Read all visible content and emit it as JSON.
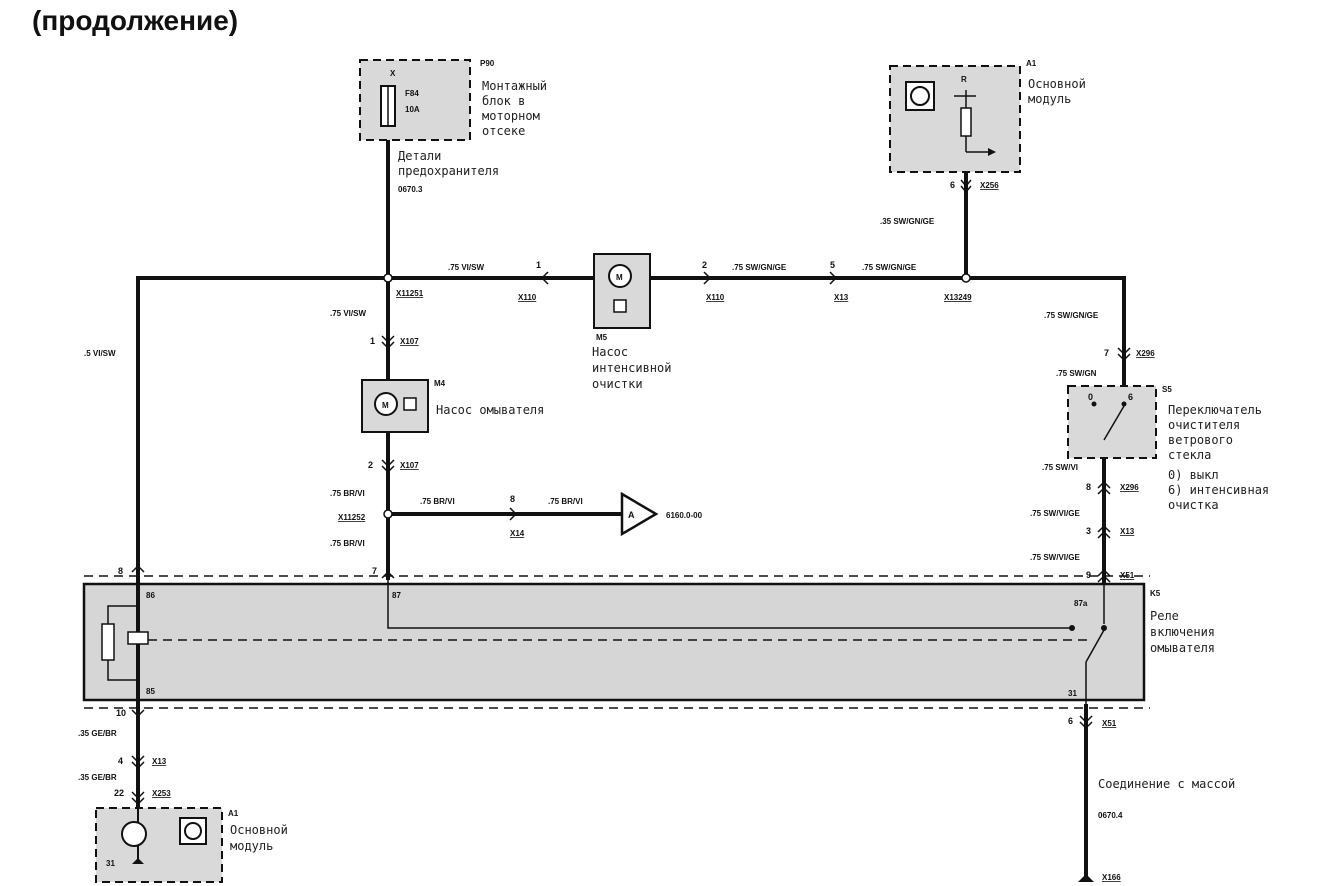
{
  "title": "(продолжение)",
  "components": {
    "p90": {
      "id": "P90",
      "pin": "X",
      "fuse": "F84",
      "amp": "10A",
      "desc": [
        "Монтажный",
        "блок в",
        "моторном",
        "отсеке"
      ]
    },
    "fuse_details": [
      "Детали",
      "предохранителя"
    ],
    "fuse_ref": "0670.3",
    "a1_top": {
      "id": "A1",
      "pin": "R",
      "desc": [
        "Основной",
        "модуль"
      ]
    },
    "m5": {
      "id": "M5",
      "desc": [
        "Насос",
        "интенсивной",
        "очистки"
      ]
    },
    "m4": {
      "id": "M4",
      "desc": "Насос омывателя"
    },
    "s5": {
      "id": "S5",
      "pin0": "0",
      "pin6": "6",
      "desc": [
        "Переключатель",
        "очистителя",
        "ветрового",
        "стекла",
        "0) выкл",
        "6) интенсивная",
        "очистка"
      ]
    },
    "k5": {
      "id": "K5",
      "pin86": "86",
      "pin85": "85",
      "pin87": "87",
      "pin87a": "87a",
      "pin31": "31",
      "desc": [
        "Реле",
        "включения",
        "омывателя"
      ]
    },
    "a1_bottom": {
      "id": "A1",
      "pin31": "31",
      "desc": [
        "Основной",
        "модуль"
      ]
    },
    "offpage": {
      "letter": "A",
      "ref": "6160.0-00"
    },
    "ground": {
      "desc": "Соединение с массой",
      "ref": "0670.4",
      "conn": "X166"
    }
  },
  "wires": {
    "w_vi_sw_75": ".75 VI/SW",
    "w_vi_sw_5": ".5 VI/SW",
    "w_sw_gn_ge_75": ".75 SW/GN/GE",
    "w_sw_gn_ge_35": ".35 SW/GN/GE",
    "w_sw_gn": ".75 SW/GN",
    "w_sw_vi": ".75 SW/VI",
    "w_sw_vi_ge": ".75 SW/VI/GE",
    "w_br_vi": ".75 BR/VI",
    "w_ge_br": ".35 GE/BR"
  },
  "connectors": {
    "x256": "X256",
    "x256_pin": "6",
    "x11251": "X11251",
    "x110": "X110",
    "x110_pin1": "1",
    "x110_pin2": "2",
    "x13": "X13",
    "x13_pin5": "5",
    "x13_pin3": "3",
    "x13_pin4": "4",
    "x13249": "X13249",
    "x107": "X107",
    "x107_pin1": "1",
    "x107_pin2": "2",
    "x11252": "X11252",
    "x14": "X14",
    "x14_pin": "8",
    "x296": "X296",
    "x296_pin7": "7",
    "x296_pin8": "8",
    "x51": "X51",
    "x51_pin9": "9",
    "x51_pin6": "6",
    "x253": "X253",
    "x253_pin": "22",
    "k5_pin8": "8",
    "k5_pin7": "7",
    "k5_pin10": "10"
  }
}
